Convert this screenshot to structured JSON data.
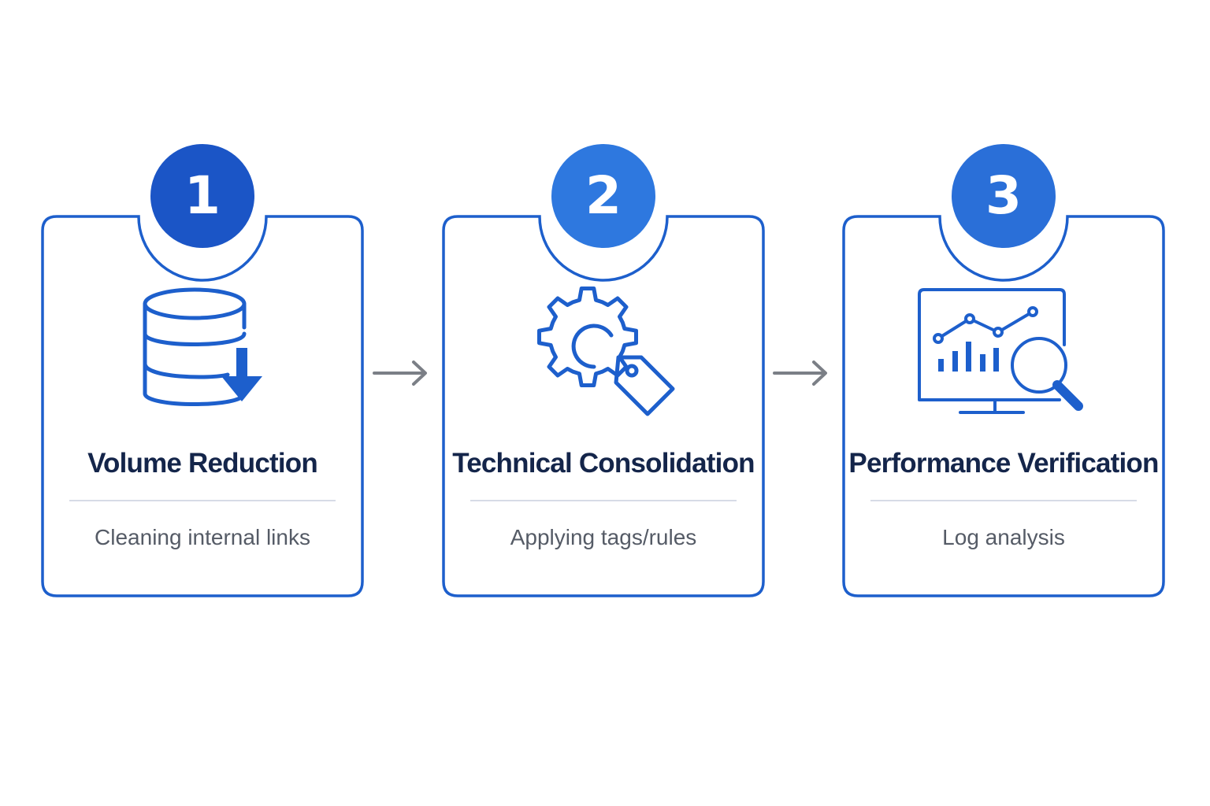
{
  "colors": {
    "card_stroke": "#1d5fcc",
    "badge_fill_1": "#1b55c6",
    "badge_fill_2": "#2e78df",
    "badge_fill_3": "#2a6fd8",
    "icon_stroke": "#1d5fcc",
    "title_text": "#14254a",
    "subtitle_text": "#555b66",
    "divider": "#d7dbe6",
    "arrow": "#7b7f86"
  },
  "steps": [
    {
      "number": "1",
      "title": "Volume Reduction",
      "subtitle": "Cleaning internal links",
      "icon": "database-down-arrow-icon"
    },
    {
      "number": "2",
      "title": "Technical Consolidation",
      "subtitle": "Applying tags/rules",
      "icon": "gear-tag-icon"
    },
    {
      "number": "3",
      "title": "Performance Verification",
      "subtitle": "Log analysis",
      "icon": "monitor-chart-magnifier-icon"
    }
  ],
  "connectors": [
    {
      "from": "1",
      "to": "2",
      "icon": "arrow-right-icon"
    },
    {
      "from": "2",
      "to": "3",
      "icon": "arrow-right-icon"
    }
  ]
}
